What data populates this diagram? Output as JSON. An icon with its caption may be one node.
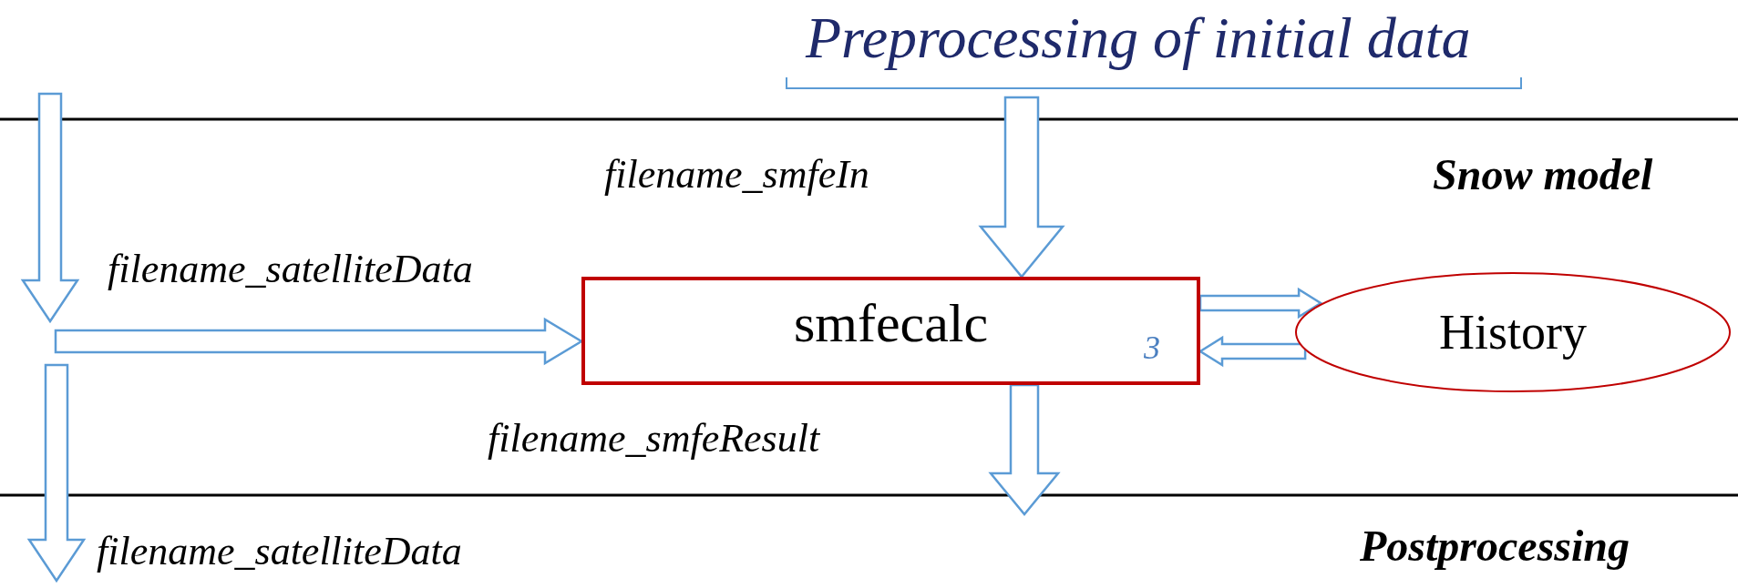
{
  "diagram": {
    "title": "Preprocessing of initial data",
    "nodes": [
      {
        "text": [
          "smfecalc",
          "3"
        ]
      },
      {
        "text": [
          "History"
        ]
      }
    ],
    "edges": [
      {
        "from": null,
        "to": 0,
        "arrow": "to"
      },
      {
        "from": null,
        "to": 0,
        "arrow": "to"
      },
      {
        "from": 0,
        "to": 1,
        "arrow": "to"
      },
      {
        "from": 1,
        "to": 0,
        "arrow": "to"
      },
      {
        "from": 0,
        "to": null,
        "arrow": "to"
      }
    ],
    "labels": [
      "filename_smfeIn",
      "Snow model",
      "filename_satelliteData",
      "filename_smfeResult",
      "filename_satelliteData",
      "Postprocessing"
    ]
  }
}
